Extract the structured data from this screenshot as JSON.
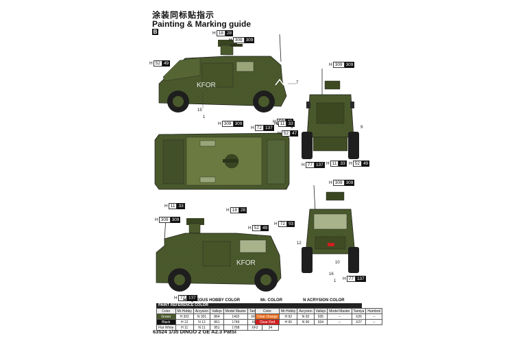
{
  "header": {
    "title_cn": "涂装同标贴指示",
    "title_en": "Painting & Marking guide",
    "tag": "B"
  },
  "colors": {
    "olive": "#4b5a2c",
    "olive_dark": "#35411e",
    "olive_light": "#6a7a40",
    "tire": "#1e1e1e",
    "orange": "#e86d1f",
    "red": "#d01f1f"
  },
  "vehicle_marking": "KFOR",
  "callouts": {
    "c1": {
      "h": "H",
      "a": "18",
      "b": "28"
    },
    "c2": {
      "h": "H",
      "a": "309",
      "b": "309"
    },
    "c3": {
      "h": "H",
      "a": "52",
      "b": "49"
    },
    "c4": {
      "h": "H",
      "a": "309",
      "b": "309"
    },
    "c5": {
      "h": "H",
      "a": "72",
      "b": "137"
    },
    "c6": {
      "h": "H",
      "a": "309",
      "b": "309"
    },
    "c7": {
      "h": "H",
      "a": "52",
      "b": "49"
    },
    "c8": {
      "h": "H",
      "a": "52",
      "b": "47"
    },
    "c9": {
      "h": "H",
      "a": "77",
      "b": "137"
    },
    "c10": {
      "h": "H",
      "a": "11",
      "b": "33"
    },
    "c11": {
      "h": "H",
      "a": "11",
      "b": "33"
    },
    "c12": {
      "h": "H",
      "a": "18",
      "b": "28"
    },
    "c13": {
      "h": "H",
      "a": "52",
      "b": "49"
    },
    "c14": {
      "h": "H",
      "a": "309",
      "b": "309"
    },
    "c15": {
      "h": "H",
      "a": "309",
      "b": "309"
    },
    "c16": {
      "h": "H",
      "a": "72",
      "b": "93"
    },
    "c17": {
      "h": "H",
      "a": "77",
      "b": "137"
    },
    "c18": {
      "h": "H",
      "a": "77",
      "b": "137"
    },
    "c19": {
      "h": "H",
      "a": "52",
      "b": "49"
    },
    "c20": {
      "h": "H",
      "a": "11",
      "b": "33"
    }
  },
  "numbers": {
    "n7": "7",
    "n15": "15",
    "n1": "1",
    "n9a": "9",
    "n9b": "9",
    "n12": "12",
    "n10": "10",
    "n16": "16",
    "n1b": "1",
    "n15b": "15"
  },
  "legend": {
    "aqueous": "H AQUEOUS HOBBY COLOR",
    "mr": "Mr. COLOR",
    "acrysion": "N ACRYSION COLOR"
  },
  "paint_table": {
    "title": "PAINT REFERENCE COLOR",
    "headers": [
      "Color",
      "Mr.Hobby",
      "Acrysion",
      "Vallejo",
      "Model Master",
      "Tamiya",
      "Humbrol"
    ],
    "rows": [
      [
        "Green",
        "H 302",
        "N 301",
        "864",
        "1402",
        "XF84",
        "--"
      ],
      [
        "Black",
        "H 12",
        "N 12",
        "861",
        "1749",
        "XF1",
        "33"
      ],
      [
        "Flat White",
        "H 11",
        "N 11",
        "951",
        "1768",
        "XF2",
        "34"
      ]
    ],
    "rows2": [
      [
        "Clear Orange",
        "H 92",
        "N 92",
        "935",
        "--",
        "X26",
        "--"
      ],
      [
        "Clear Red",
        "H 90",
        "N 90",
        "934",
        "--",
        "X27",
        "--"
      ]
    ]
  },
  "footer": "63524 1/35 DINGO 2 GE A2.3 PatSi"
}
